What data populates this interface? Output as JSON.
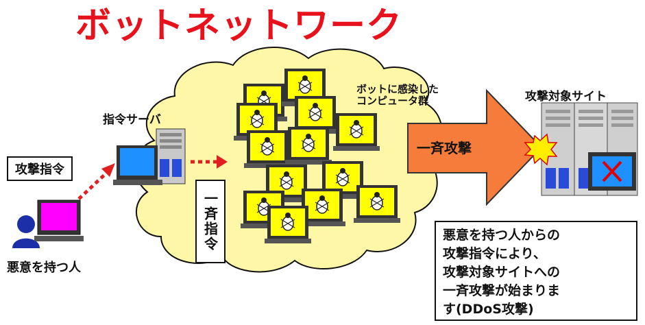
{
  "title": "ボットネットワーク",
  "labels": {
    "command": "攻撃指令",
    "attacker": "悪意を持つ人",
    "server": "指令サーバ",
    "bots_line1": "ボットに感染した",
    "bots_line2": "コンピュータ群",
    "broadcast_command": "一斉指令",
    "broadcast_attack": "一斉攻撃",
    "target": "攻撃対象サイト"
  },
  "note": {
    "lines": [
      "悪意を持つ人からの",
      "攻撃指令により、",
      "攻撃対象サイトへの",
      "一斉攻撃が始まりま",
      "す(DDoS攻撃)"
    ]
  },
  "colors": {
    "title": "#e8121c",
    "cloud": "#fff7a8",
    "bot_screen": "#ffff00",
    "server_screen": "#1e90ff",
    "attacker_screen": "#ff00ff",
    "attack_arrow": "#f57c3a",
    "dotted_arrow": "#e02020",
    "person": "#1c2fa8",
    "target_x": "#e00000"
  },
  "icons": {
    "bot_icon": "bug-icon",
    "attack_burst": "explosion-icon",
    "target_error": "x-mark-icon"
  }
}
